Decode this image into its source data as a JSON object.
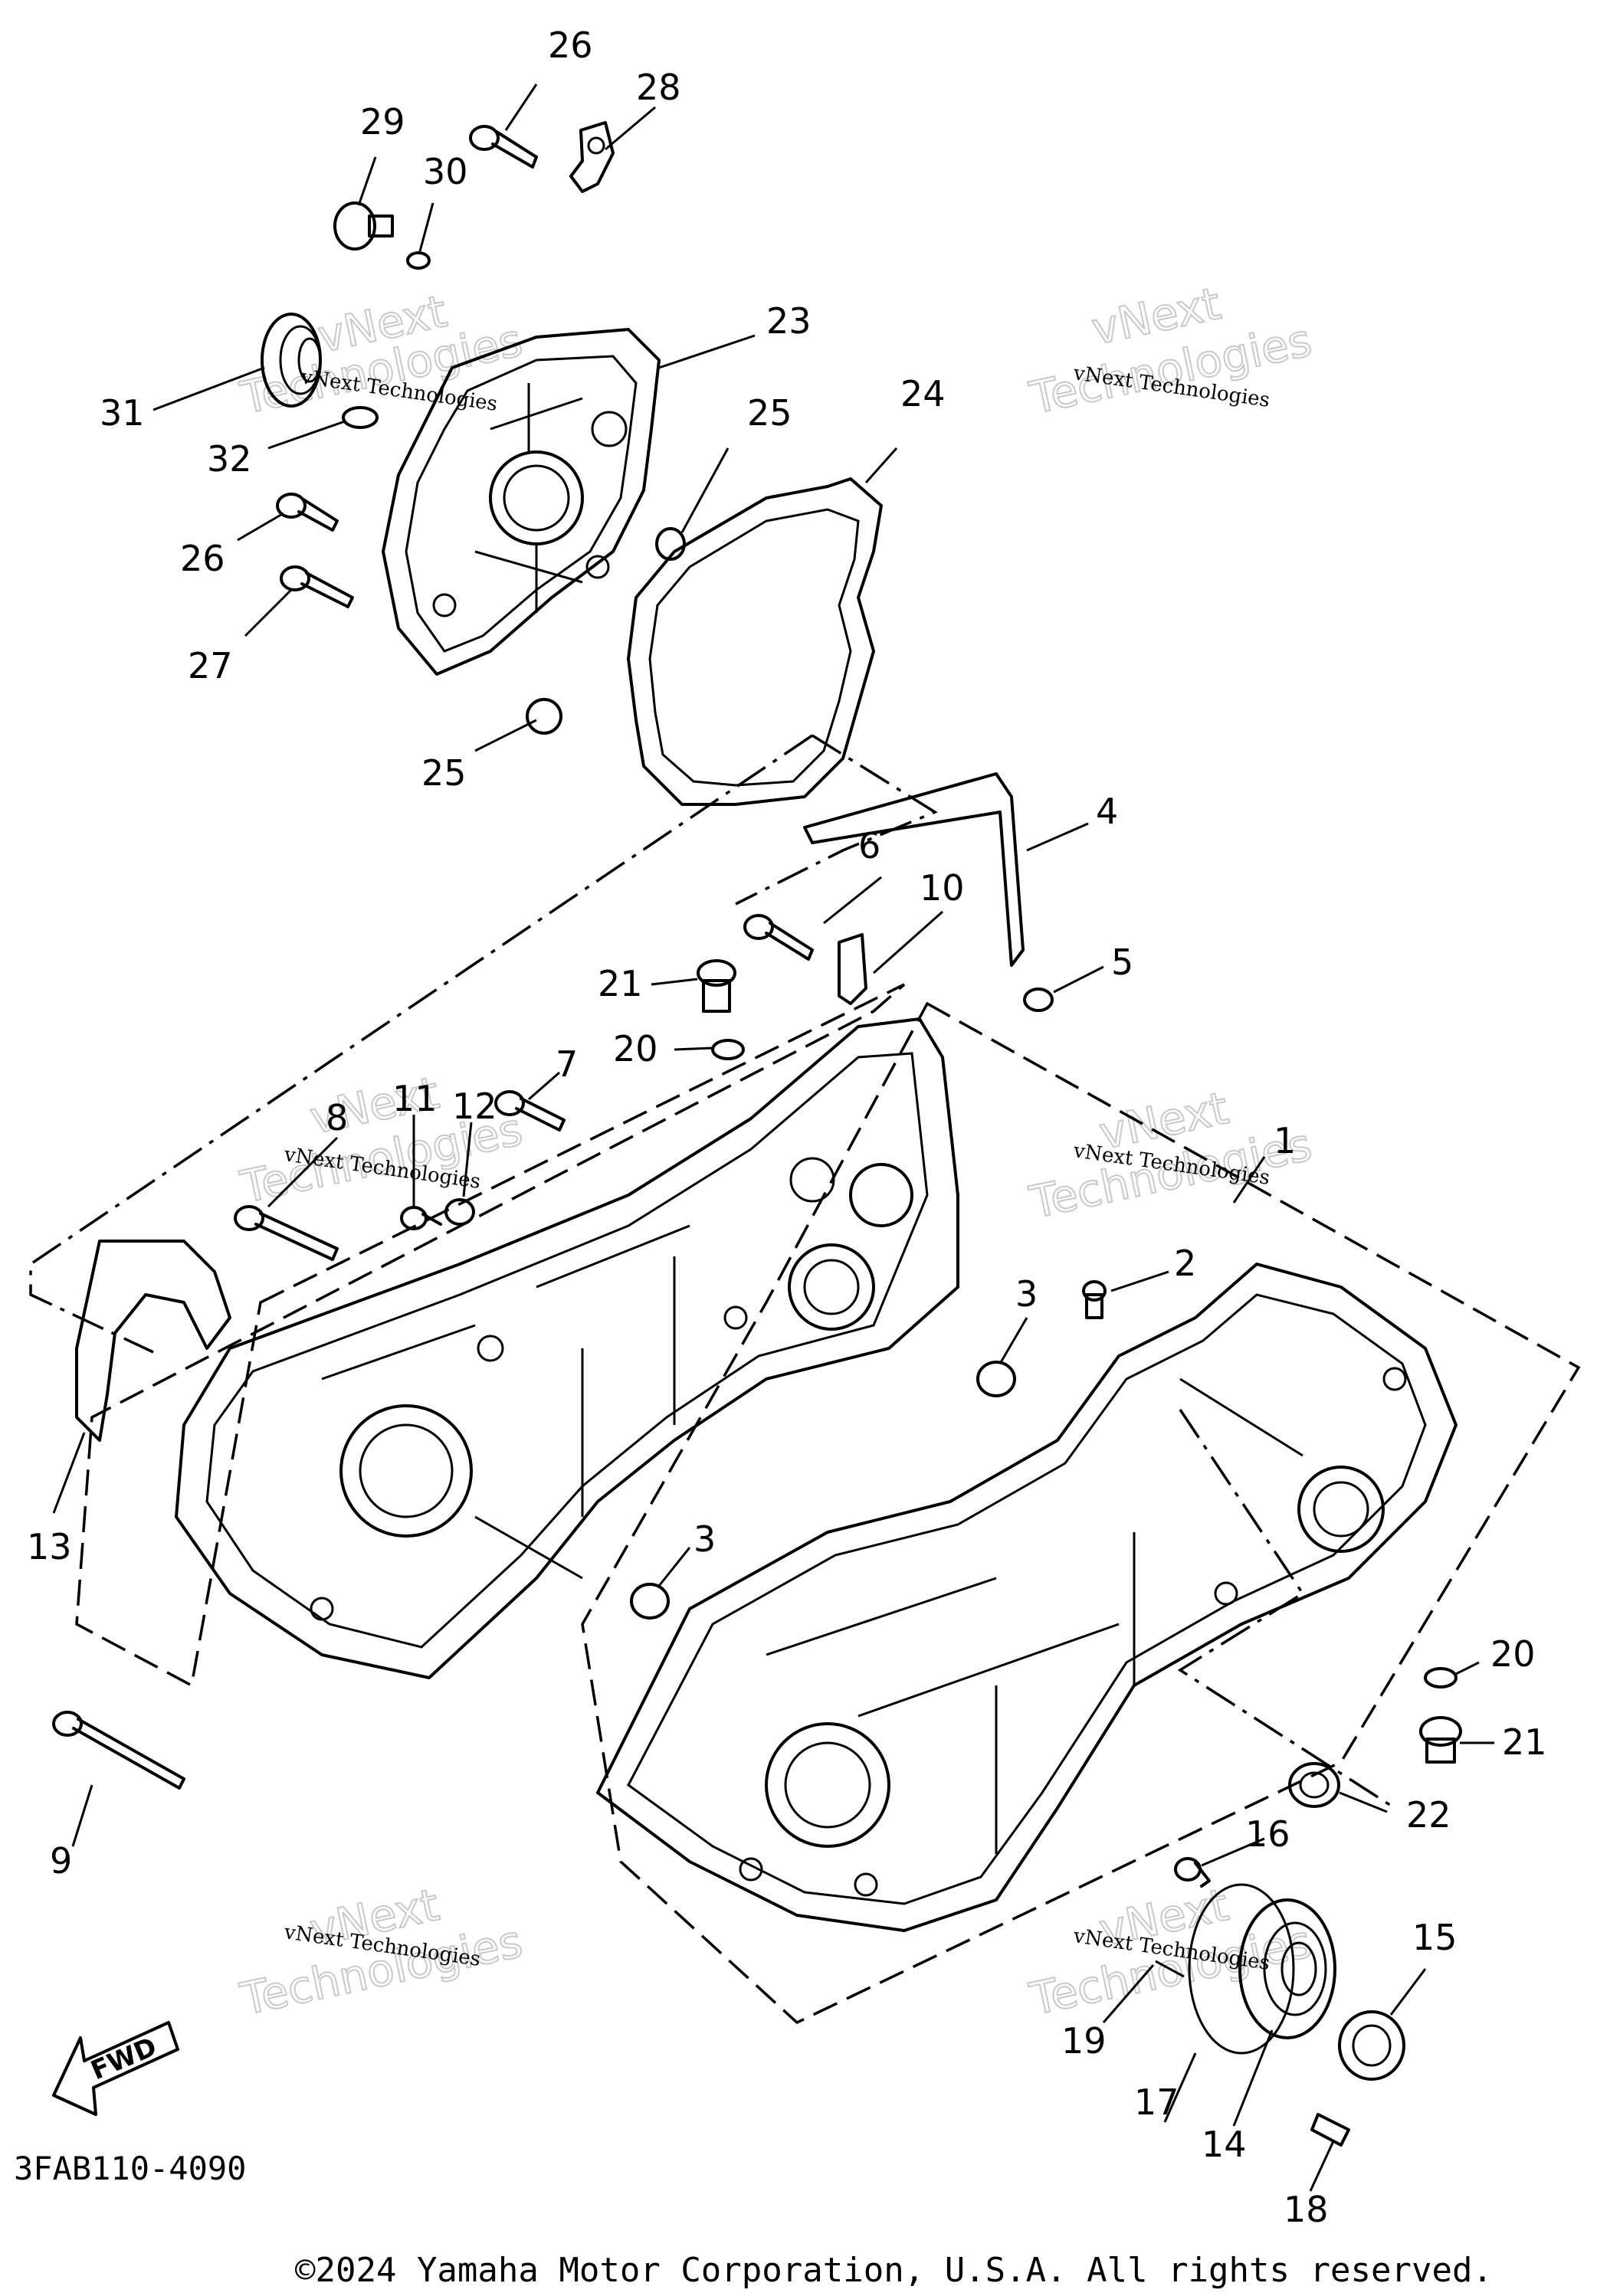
{
  "callouts": {
    "c1": "1",
    "c2": "2",
    "c3a": "3",
    "c3b": "3",
    "c4": "4",
    "c5": "5",
    "c6": "6",
    "c7": "7",
    "c8": "8",
    "c9": "9",
    "c10": "10",
    "c11": "11",
    "c12": "12",
    "c13": "13",
    "c14": "14",
    "c15": "15",
    "c16": "16",
    "c17": "17",
    "c18": "18",
    "c19": "19",
    "c20a": "20",
    "c20b": "20",
    "c21a": "21",
    "c21b": "21",
    "c22": "22",
    "c23": "23",
    "c24": "24",
    "c25a": "25",
    "c25b": "25",
    "c26a": "26",
    "c26b": "26",
    "c27": "27",
    "c28": "28",
    "c29": "29",
    "c30": "30",
    "c31": "31",
    "c32": "32"
  },
  "watermark": {
    "line1": "vNext",
    "line2": "Technologies",
    "small": "vNext Technologies"
  },
  "fwd_label": "FWD",
  "diagram_code": "3FAB110-4090",
  "copyright": "©2024 Yamaha Motor Corporation, U.S.A. All rights reserved."
}
